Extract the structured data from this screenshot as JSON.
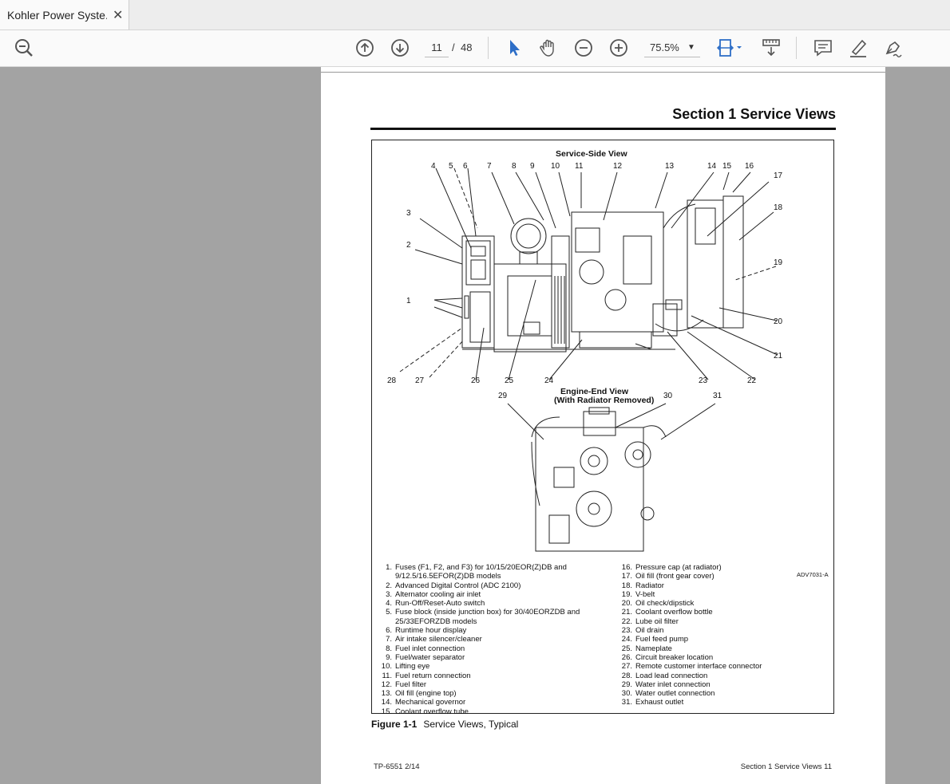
{
  "tab": {
    "title": "Kohler Power Syste...",
    "close": "✕"
  },
  "toolbar": {
    "current_page": "11",
    "page_sep": "/",
    "total_pages": "48",
    "zoom": "75.5%"
  },
  "document": {
    "section_title": "Section 1  Service Views",
    "service_side_title": "Service-Side View",
    "engine_end_title_1": "Engine-End View",
    "engine_end_title_2": "(With Radiator Removed)",
    "drawing_id": "ADV7031-A",
    "figure_label": "Figure 1-1",
    "figure_title": "Service Views, Typical",
    "footer_left": "TP-6551   2/14",
    "footer_right": "Section 1  Service Views    11",
    "callouts": [
      "1",
      "2",
      "3",
      "4",
      "5",
      "6",
      "7",
      "8",
      "9",
      "10",
      "11",
      "12",
      "13",
      "14",
      "15",
      "16",
      "17",
      "18",
      "19",
      "20",
      "21",
      "22",
      "23",
      "24",
      "25",
      "26",
      "27",
      "28",
      "29",
      "30",
      "31"
    ],
    "legend_left": [
      {
        "num": "1.",
        "text": "Fuses (F1, F2, and F3) for 10/15/20EOR(Z)DB and"
      },
      {
        "num": "",
        "text": "9/12.5/16.5EFOR(Z)DB models"
      },
      {
        "num": "2.",
        "text": "Advanced Digital Control (ADC 2100)"
      },
      {
        "num": "3.",
        "text": "Alternator cooling air inlet"
      },
      {
        "num": "4.",
        "text": "Run-Off/Reset-Auto  switch"
      },
      {
        "num": "5.",
        "text": "Fuse block (inside junction box) for 30/40EORZDB and"
      },
      {
        "num": "",
        "text": "25/33EFORZDB models"
      },
      {
        "num": "6.",
        "text": "Runtime hour display"
      },
      {
        "num": "7.",
        "text": "Air intake silencer/cleaner"
      },
      {
        "num": "8.",
        "text": "Fuel inlet connection"
      },
      {
        "num": "9.",
        "text": "Fuel/water separator"
      },
      {
        "num": "10.",
        "text": "Lifting eye"
      },
      {
        "num": "11.",
        "text": "Fuel return connection"
      },
      {
        "num": "12.",
        "text": "Fuel filter"
      },
      {
        "num": "13.",
        "text": "Oil fill (engine top)"
      },
      {
        "num": "14.",
        "text": "Mechanical governor"
      },
      {
        "num": "15.",
        "text": "Coolant overflow tube"
      }
    ],
    "legend_right": [
      {
        "num": "16.",
        "text": "Pressure cap (at radiator)"
      },
      {
        "num": "17.",
        "text": "Oil fill (front gear cover)"
      },
      {
        "num": "18.",
        "text": "Radiator"
      },
      {
        "num": "19.",
        "text": "V-belt"
      },
      {
        "num": "20.",
        "text": "Oil check/dipstick"
      },
      {
        "num": "21.",
        "text": "Coolant overflow bottle"
      },
      {
        "num": "22.",
        "text": "Lube oil filter"
      },
      {
        "num": "23.",
        "text": "Oil drain"
      },
      {
        "num": "24.",
        "text": "Fuel feed pump"
      },
      {
        "num": "25.",
        "text": "Nameplate"
      },
      {
        "num": "26.",
        "text": "Circuit breaker location"
      },
      {
        "num": "27.",
        "text": "Remote customer interface connector"
      },
      {
        "num": "28.",
        "text": "Load lead connection"
      },
      {
        "num": "29.",
        "text": "Water inlet connection"
      },
      {
        "num": "30.",
        "text": "Water outlet connection"
      },
      {
        "num": "31.",
        "text": "Exhaust outlet"
      }
    ]
  },
  "icons": [
    "zoom-search-icon",
    "page-up-icon",
    "page-down-icon",
    "select-pointer-icon",
    "hand-pan-icon",
    "zoom-out-icon",
    "zoom-in-icon",
    "fit-page-icon",
    "scroll-mode-icon",
    "comment-icon",
    "highlight-pen-icon",
    "sign-pen-icon"
  ],
  "colors": {
    "accent": "#2d6ec7",
    "viewer_bg": "#a3a3a3"
  }
}
